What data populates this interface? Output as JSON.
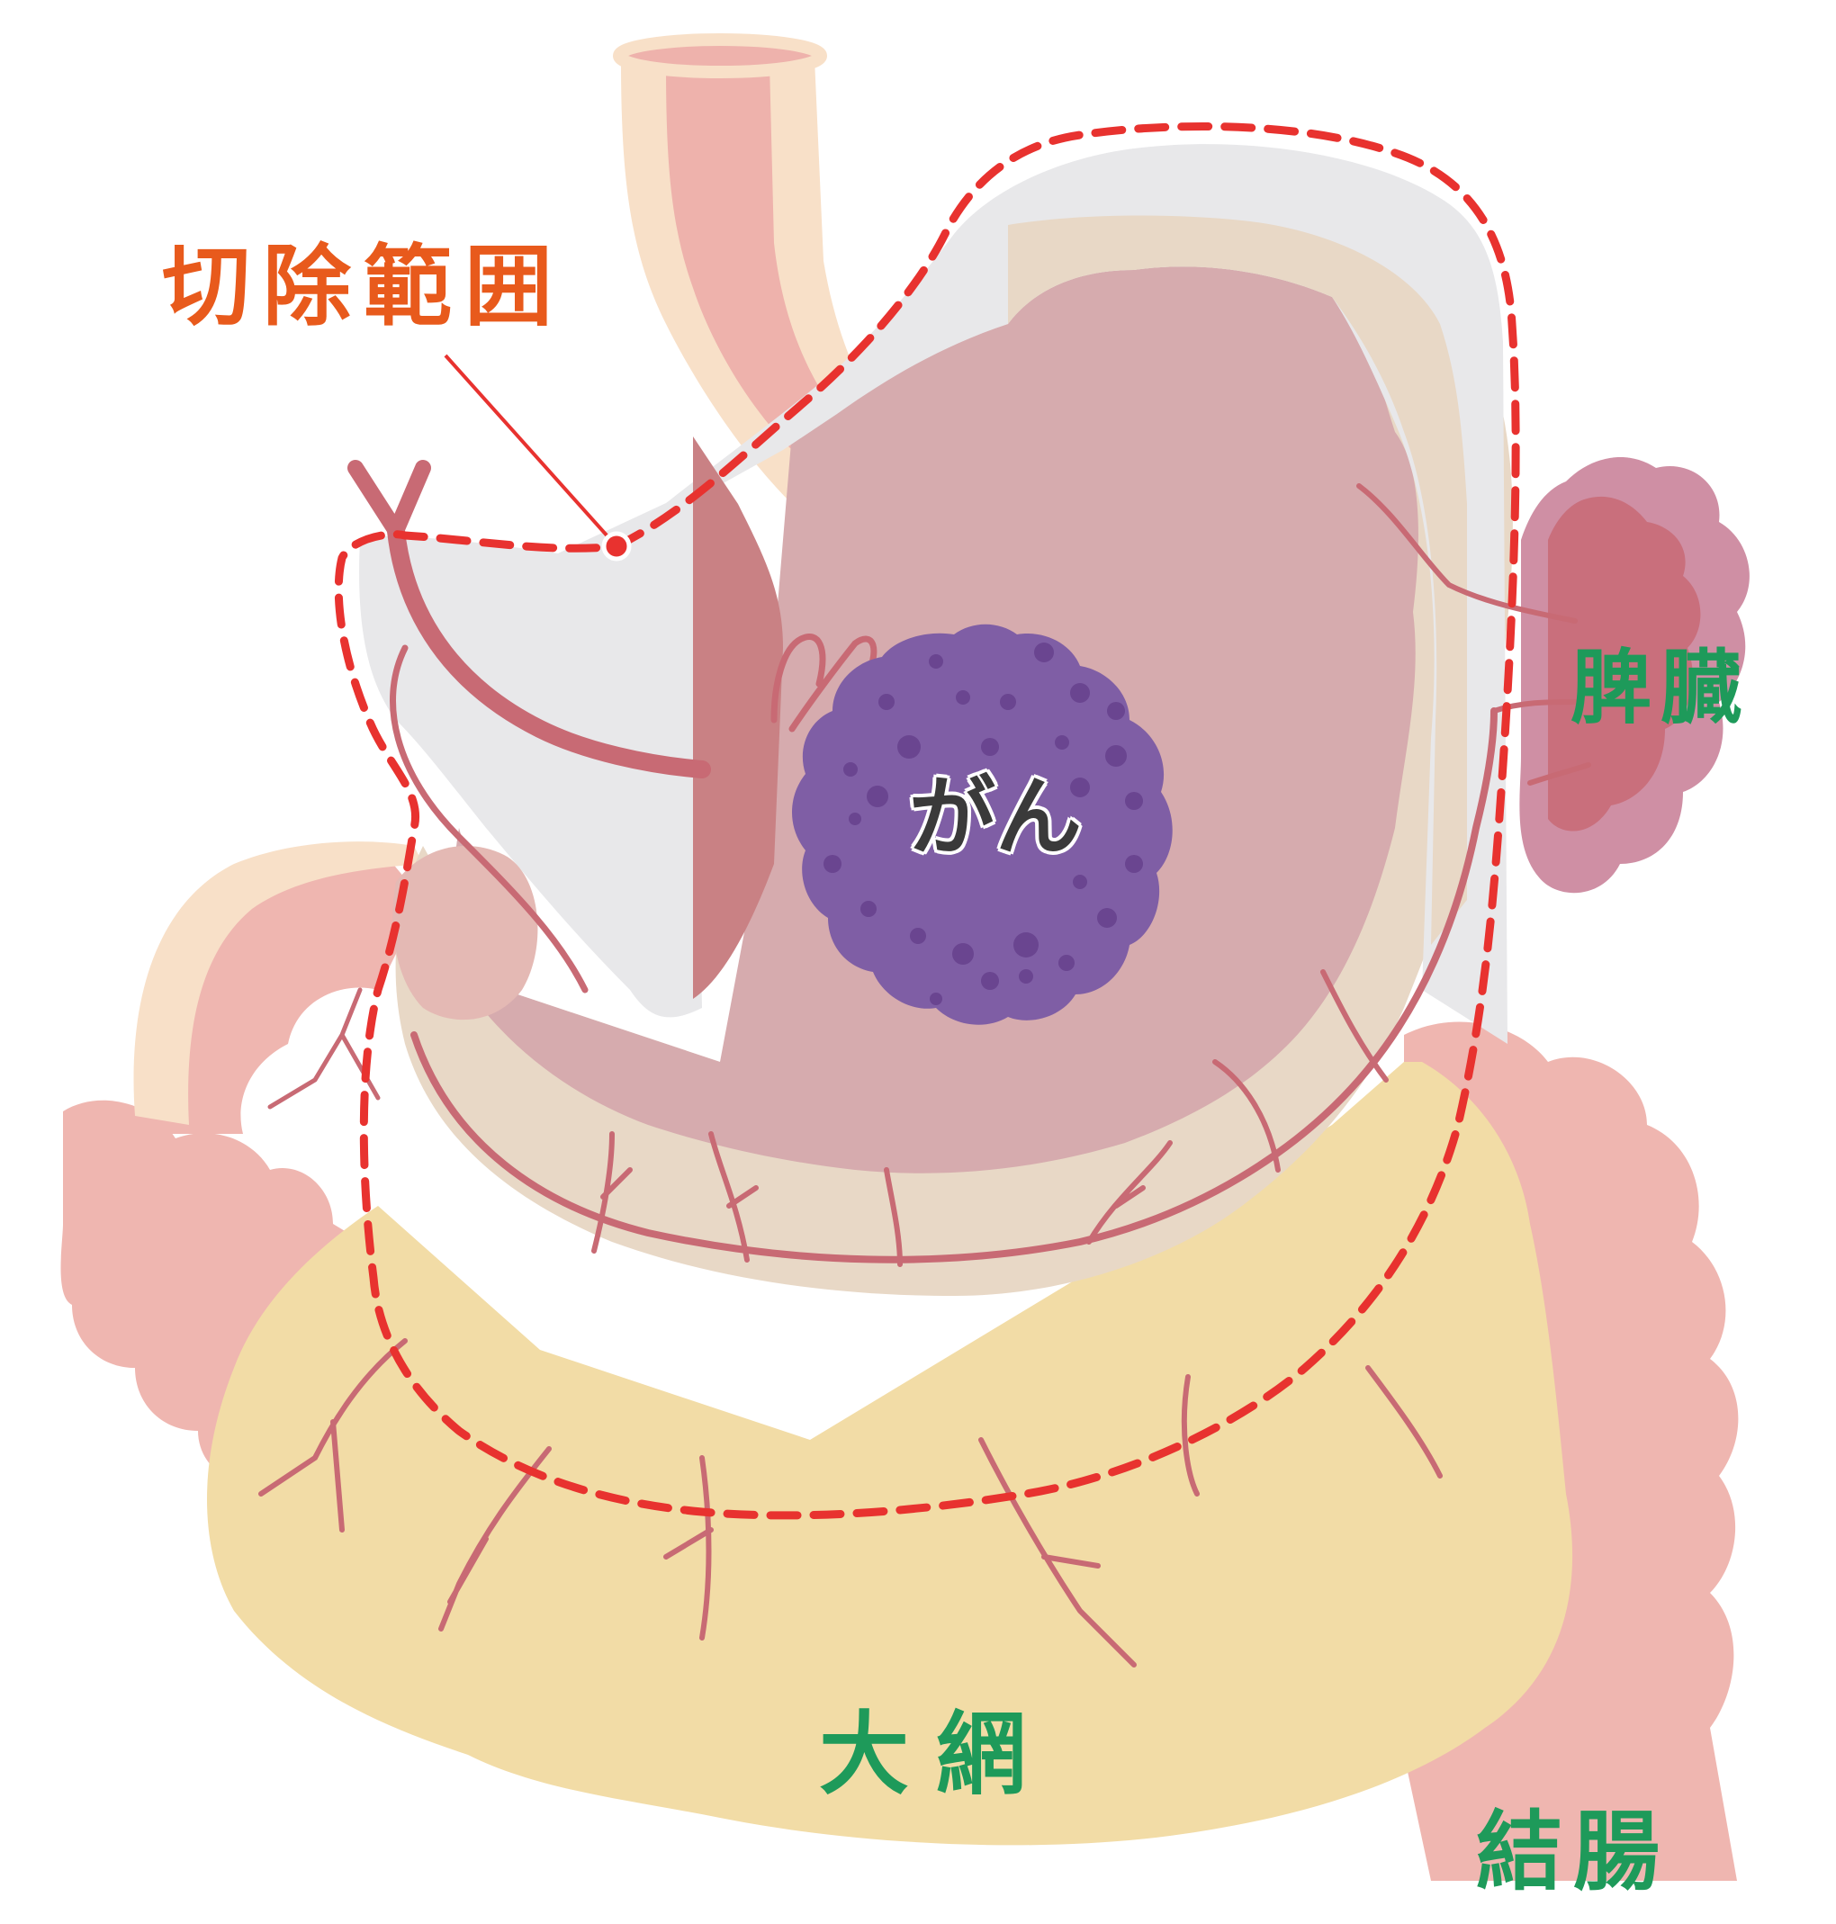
{
  "labels": {
    "resection": "切除範囲",
    "spleen": "脾臓",
    "omentum": "大網",
    "colon": "結腸",
    "cancer": "がん"
  },
  "colors": {
    "resection_line": "#e8322f",
    "resection_text": "#e85a1c",
    "organ_text": "#1e9a5a",
    "cancer_fill": "#7f5ea5",
    "cancer_spots": "#6a4590",
    "stomach_outer": "#e8d8c6",
    "stomach_inner": "#d6abae",
    "omentum": "#f2dca6",
    "colon": "#efb6b0",
    "spleen_outer": "#cf8fa4",
    "spleen_inner": "#c96f7c",
    "vessel": "#c86a74",
    "esophagus_outer": "#f8e0c8",
    "esophagus_inner": "#eeb2ac",
    "remnant": "#e8e8ea"
  }
}
